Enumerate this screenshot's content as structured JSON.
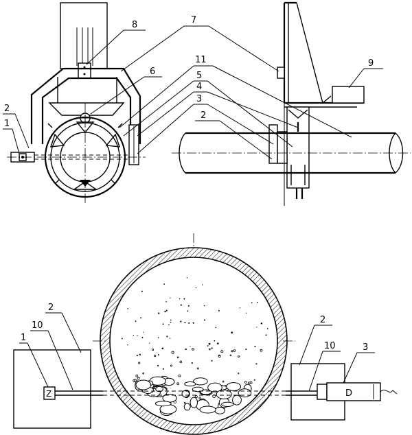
{
  "labels": {
    "top_left": {
      "n1": "1",
      "n2": "2",
      "n3": "3",
      "n4": "4",
      "n5": "5",
      "n6": "6",
      "n7": "7",
      "n8": "8",
      "n11": "11"
    },
    "top_right": {
      "n2": "2",
      "n9": "9"
    },
    "bottom": {
      "left_n2": "2",
      "left_n10": "10",
      "left_n1": "1",
      "right_n2": "2",
      "right_n10": "10",
      "right_n3": "3"
    }
  },
  "sensor_marks": {
    "emitter": "Z",
    "detector": "D"
  }
}
